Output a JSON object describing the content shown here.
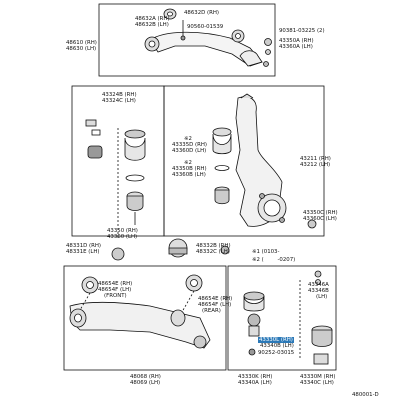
{
  "groups": {
    "upper_arm": {
      "bushing_rh": "48632A (RH)",
      "bushing_lh": "48632B (LH)",
      "cam_rh": "48632D (RH)",
      "bolt": "90560-01539",
      "arm_rh": "48610 (RH)",
      "arm_lh": "48630 (LH)",
      "shim_code": "90381-03225 (2)",
      "bush_rh": "43350A (RH)",
      "bush_lh": "43360A (LH)"
    },
    "upper_joint": {
      "joint_rh": "43324B (RH)",
      "joint_lh": "43324C (LH)",
      "joint2_rh": "43350 (RH)",
      "joint2_lh": "43360 (LH)"
    },
    "knuckle": {
      "mark1": "※2",
      "boot_rh": "43335D (RH)",
      "boot_lh": "43360D (LH)",
      "mark2": "※2",
      "ring_rh": "43350B (RH)",
      "ring_lh": "43360B (LH)",
      "knuckle_rh": "43211 (RH)",
      "knuckle_lh": "43212 (LH)",
      "ring2_rh": "43350C (RH)",
      "ring2_lh": "43360C (LH)"
    },
    "lower_arm": {
      "stopper_rh": "48331D (RH)",
      "stopper_lh": "48331E (LH)",
      "bump_rh": "48332B (RH)",
      "bump_lh": "48332C (LH)",
      "note1": "※1 (0103-",
      "note2": "※2 (        -0207)",
      "bushing_rh": "48654E (RH)",
      "bushing_lh": "48654F (LH)",
      "front": "(FRONT)",
      "bushing_rear_rh": "48654E (RH)",
      "bushing_rear_lh": "48654F (LH)",
      "rear": "(REAR)",
      "arm_rh": "48068 (RH)",
      "arm_lh": "48069 (LH)"
    },
    "lower_joint": {
      "dust_rh": "43346A",
      "dust_b": "43346B",
      "dust_code": "(LH)",
      "joint_rh": "43330L (RH)",
      "joint_lh": "43340B (LH)",
      "nut": "90252-03015",
      "kit_rh": "43330K (RH)",
      "kit_lh": "43340A (LH)",
      "kit2_rh": "43330M (RH)",
      "kit2_lh": "43340C (LH)",
      "page_code": "480001-D"
    }
  }
}
